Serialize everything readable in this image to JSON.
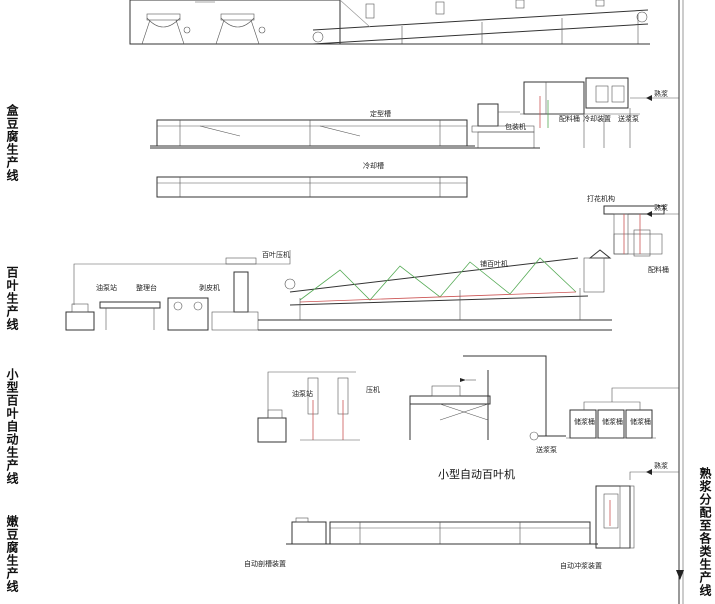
{
  "sections": {
    "boxed_tofu": "盒豆腐生产线",
    "baiye": "百叶生产线",
    "small_baiye": "小型百叶自动生产线",
    "tender_tofu": "嫩豆腐生产线",
    "right_line": "熟浆分配至各类生产线"
  },
  "labels": {
    "cooked_slurry_1": "熟浆",
    "cooked_slurry_2": "熟浆",
    "cooked_slurry_3": "熟浆",
    "mixing_tank_1": "配料桶",
    "packing_machine": "包装机",
    "cold_slurry_equipment": "冷却装置",
    "pulp_pump": "送浆泵",
    "setting_tank": "定型槽",
    "cooling_tank": "冷却槽",
    "flower_machine": "打花机构",
    "mixing_tank_2": "配料桶",
    "baiye_press": "百叶压机",
    "baiye_machine": "铺百叶机",
    "hydraulic_station_1": "油泵站",
    "sorting_table": "整理台",
    "peeling_machine": "剥皮机",
    "hydraulic_station_2": "油泵站",
    "press": "压机",
    "small_auto_baiye": "小型自动百叶机",
    "slurry_pump": "送浆泵",
    "storage_tank_1": "储浆桶",
    "storage_tank_2": "储浆桶",
    "storage_tank_3": "储浆桶",
    "auto_cut_equipment": "自动剖槽装置",
    "auto_flush_equipment": "自动冲浆装置"
  },
  "colors": {
    "line": "#333333",
    "pipe_red": "#cc5555",
    "pipe_green": "#55aa55"
  }
}
